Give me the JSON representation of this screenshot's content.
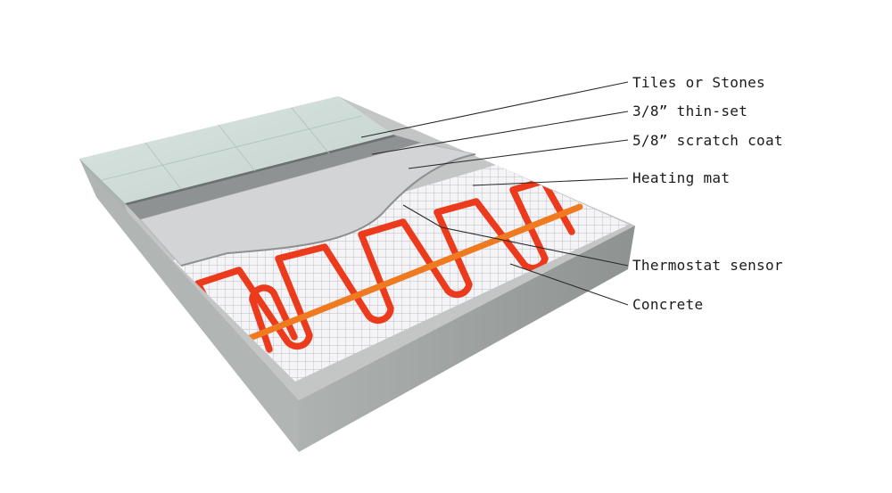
{
  "diagram": {
    "labels": {
      "tiles": "Tiles or Stones",
      "thinset": "3/8” thin-set",
      "scratch": "5/8” scratch coat",
      "mat": "Heating mat",
      "sensor": "Thermostat sensor",
      "concrete": "Concrete"
    },
    "colors": {
      "concrete_top": "#c4c7c6",
      "concrete_front": "#9ea2a1",
      "concrete_side": "#b3b7b6",
      "mesh": "#eeeef2",
      "cable": "#ec3d1e",
      "cable_spine": "#f0761e",
      "thinset": "#8f9393",
      "scratch": "#d1d3d4",
      "tile": "#cfdcd8"
    }
  }
}
